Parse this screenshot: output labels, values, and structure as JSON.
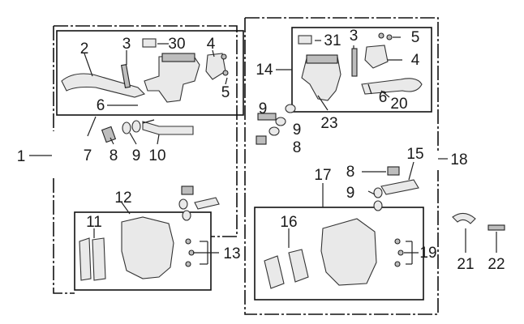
{
  "diagram": {
    "callouts": [
      "1",
      "2",
      "3",
      "30",
      "4",
      "5",
      "6",
      "7",
      "8",
      "9",
      "10",
      "11",
      "12",
      "13",
      "14",
      "31",
      "3",
      "5",
      "4",
      "9",
      "23",
      "6",
      "20",
      "9",
      "8",
      "15",
      "17",
      "18",
      "8",
      "9",
      "16",
      "19",
      "21",
      "22"
    ]
  }
}
